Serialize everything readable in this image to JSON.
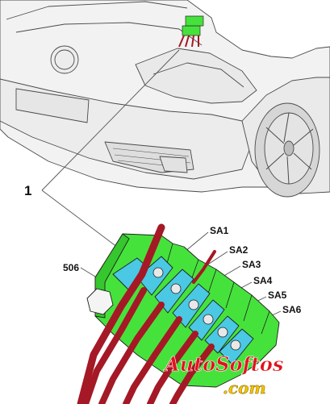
{
  "callouts": {
    "main_item": "1",
    "fuse_holder": "506",
    "fuses": [
      "SA1",
      "SA2",
      "SA3",
      "SA4",
      "SA5",
      "SA6"
    ]
  },
  "watermark": {
    "line1": "AutoSoftos",
    "line2": ".com"
  },
  "colors": {
    "fuse_box": "#46e23c",
    "terminals": "#4ac8e4",
    "cables": "#a51826",
    "vehicle_line": "#555555"
  }
}
